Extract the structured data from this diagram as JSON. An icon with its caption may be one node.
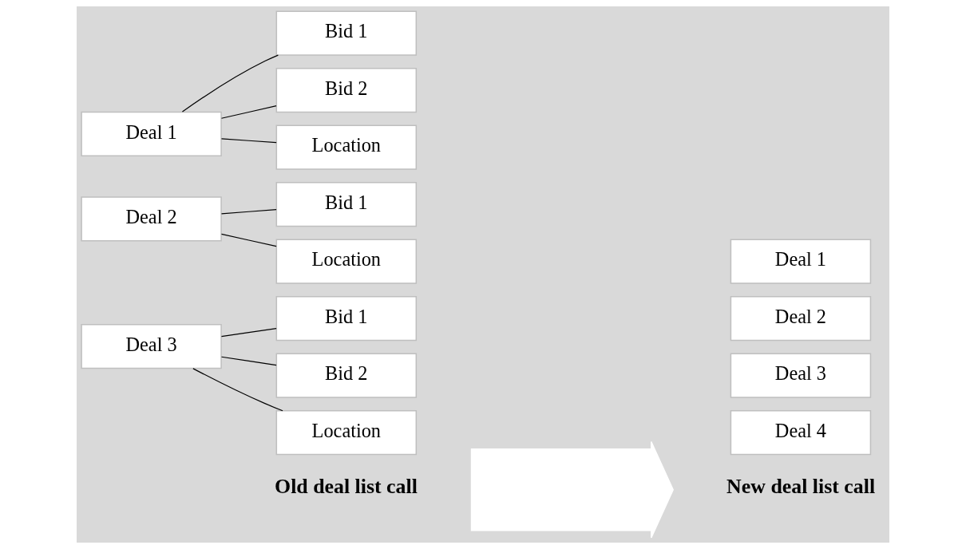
{
  "diagram": {
    "nodes": [
      {
        "text": [
          "Deal 1"
        ]
      },
      {
        "text": [
          "Bid 1"
        ]
      },
      {
        "text": [
          "Bid 2"
        ]
      },
      {
        "text": [
          "Location"
        ]
      },
      {
        "text": [
          "Deal 2"
        ]
      },
      {
        "text": [
          "Bid 1"
        ]
      },
      {
        "text": [
          "Location"
        ]
      },
      {
        "text": [
          "Deal 3"
        ]
      },
      {
        "text": [
          "Bid 1"
        ]
      },
      {
        "text": [
          "Bid 2"
        ]
      },
      {
        "text": [
          "Location"
        ]
      },
      {
        "text": [],
        "shape": "arrow"
      },
      {
        "text": [
          "Deal 1"
        ]
      },
      {
        "text": [
          "Deal 2"
        ]
      },
      {
        "text": [
          "Deal 3"
        ]
      },
      {
        "text": [
          "Deal 4"
        ]
      }
    ],
    "edges": [
      {
        "from": 0,
        "to": 1,
        "arrow": "none"
      },
      {
        "from": 0,
        "to": 2,
        "arrow": "none"
      },
      {
        "from": 0,
        "to": 3,
        "arrow": "none"
      },
      {
        "from": 4,
        "to": 5,
        "arrow": "none"
      },
      {
        "from": 4,
        "to": 6,
        "arrow": "none"
      },
      {
        "from": 7,
        "to": 8,
        "arrow": "none"
      },
      {
        "from": 7,
        "to": 9,
        "arrow": "none"
      },
      {
        "from": 7,
        "to": 10,
        "arrow": "none"
      }
    ],
    "labels": [
      "Old deal list call",
      "New deal list call"
    ]
  }
}
